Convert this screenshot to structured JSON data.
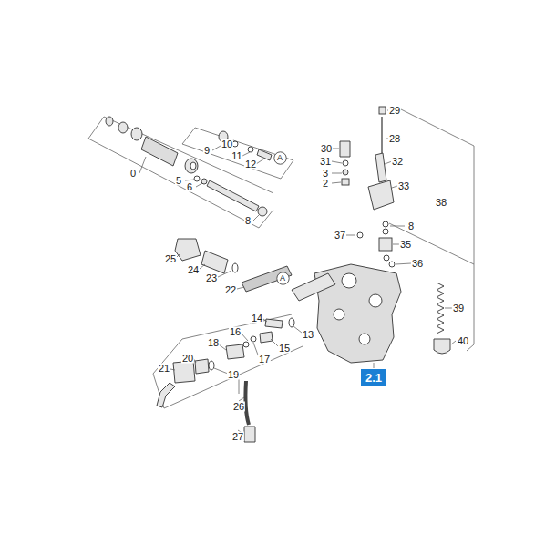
{
  "diagram": {
    "nodes": [
      {
        "text": [
          "A"
        ]
      },
      {
        "text": [
          "A"
        ]
      },
      {
        "text": [
          "2.1"
        ]
      }
    ],
    "labels": [
      "29",
      "28",
      "30",
      "31",
      "32",
      "3",
      "2",
      "33",
      "38",
      "10",
      "9",
      "11",
      "12",
      "0",
      "5",
      "6",
      "8",
      "37",
      "8",
      "35",
      "36",
      "25",
      "24",
      "23",
      "22",
      "39",
      "40",
      "14",
      "13",
      "16",
      "15",
      "18",
      "17",
      "20",
      "19",
      "21",
      "26",
      "27"
    ]
  }
}
